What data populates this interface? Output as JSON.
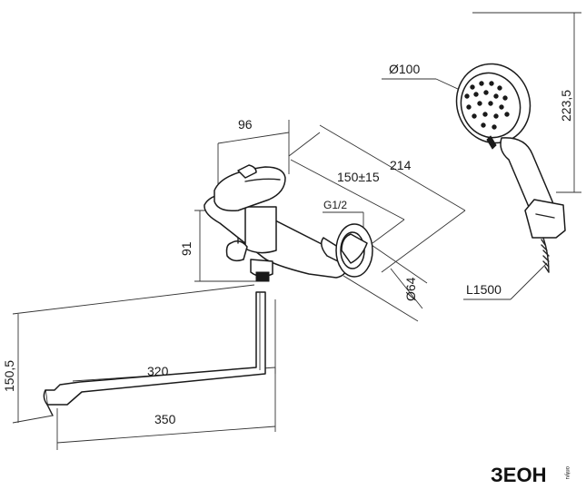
{
  "dimensions": {
    "d96": "96",
    "d214": "214",
    "d150": "150±15",
    "thread": "G1/2",
    "d91": "91",
    "d64": "Ø64",
    "d320": "320",
    "d350": "350",
    "d150_5": "150,5",
    "d100": "Ø100",
    "d223_5": "223,5",
    "hose": "L1500"
  },
  "logo": {
    "text": "ЗЕОН",
    "subtext": "onlyu"
  },
  "colors": {
    "line": "#1a1a1a",
    "background": "#ffffff"
  }
}
